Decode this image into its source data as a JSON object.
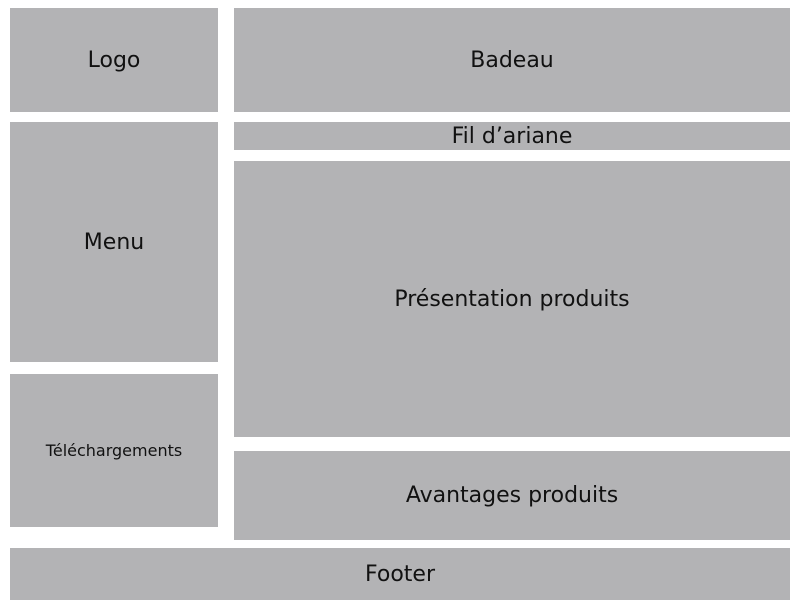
{
  "layout": {
    "logo": {
      "label": "Logo"
    },
    "banner": {
      "label": "Badeau"
    },
    "breadcrumb": {
      "label": "Fil d’ariane"
    },
    "menu": {
      "label": "Menu"
    },
    "downloads": {
      "label": "Téléchargements"
    },
    "product_presentation": {
      "label": "Présentation produits"
    },
    "product_benefits": {
      "label": "Avantages produits"
    },
    "footer": {
      "label": "Footer"
    }
  },
  "colors": {
    "block_fill": "#b3b3b5",
    "background": "#ffffff",
    "text": "#111111"
  }
}
